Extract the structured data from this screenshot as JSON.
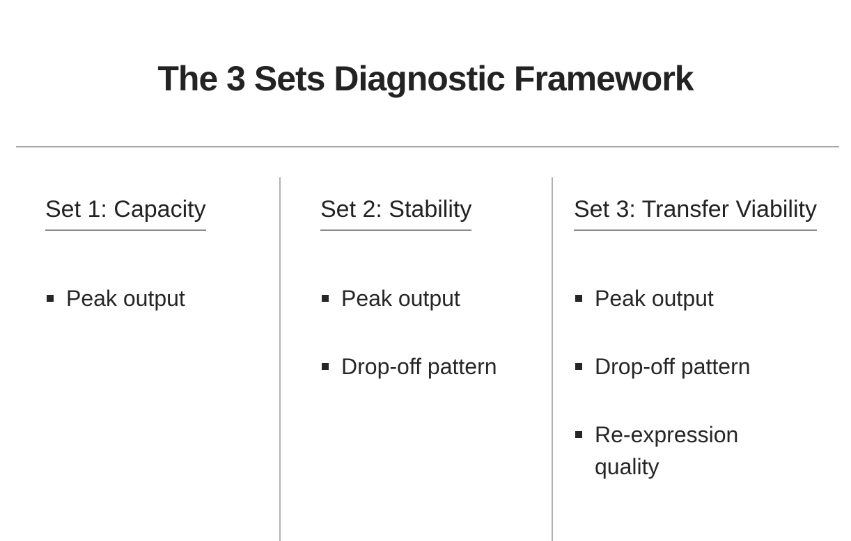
{
  "slide": {
    "title": "The 3 Sets Diagnostic Framework",
    "columns": [
      {
        "heading": "Set 1: Capacity",
        "items": [
          "Peak output"
        ]
      },
      {
        "heading": "Set 2: Stability",
        "items": [
          "Peak output",
          "Drop-off pattern"
        ]
      },
      {
        "heading": "Set 3: Transfer Viability",
        "items": [
          "Peak output",
          "Drop-off pattern",
          "Re-expression quality"
        ]
      }
    ],
    "colors": {
      "background": "#ffffff",
      "title_text": "#232323",
      "body_text": "#262626",
      "horizontal_rule": "#a6a6a6",
      "vertical_rule": "#b0b0b0",
      "heading_underline": "#8b8b8b"
    }
  }
}
